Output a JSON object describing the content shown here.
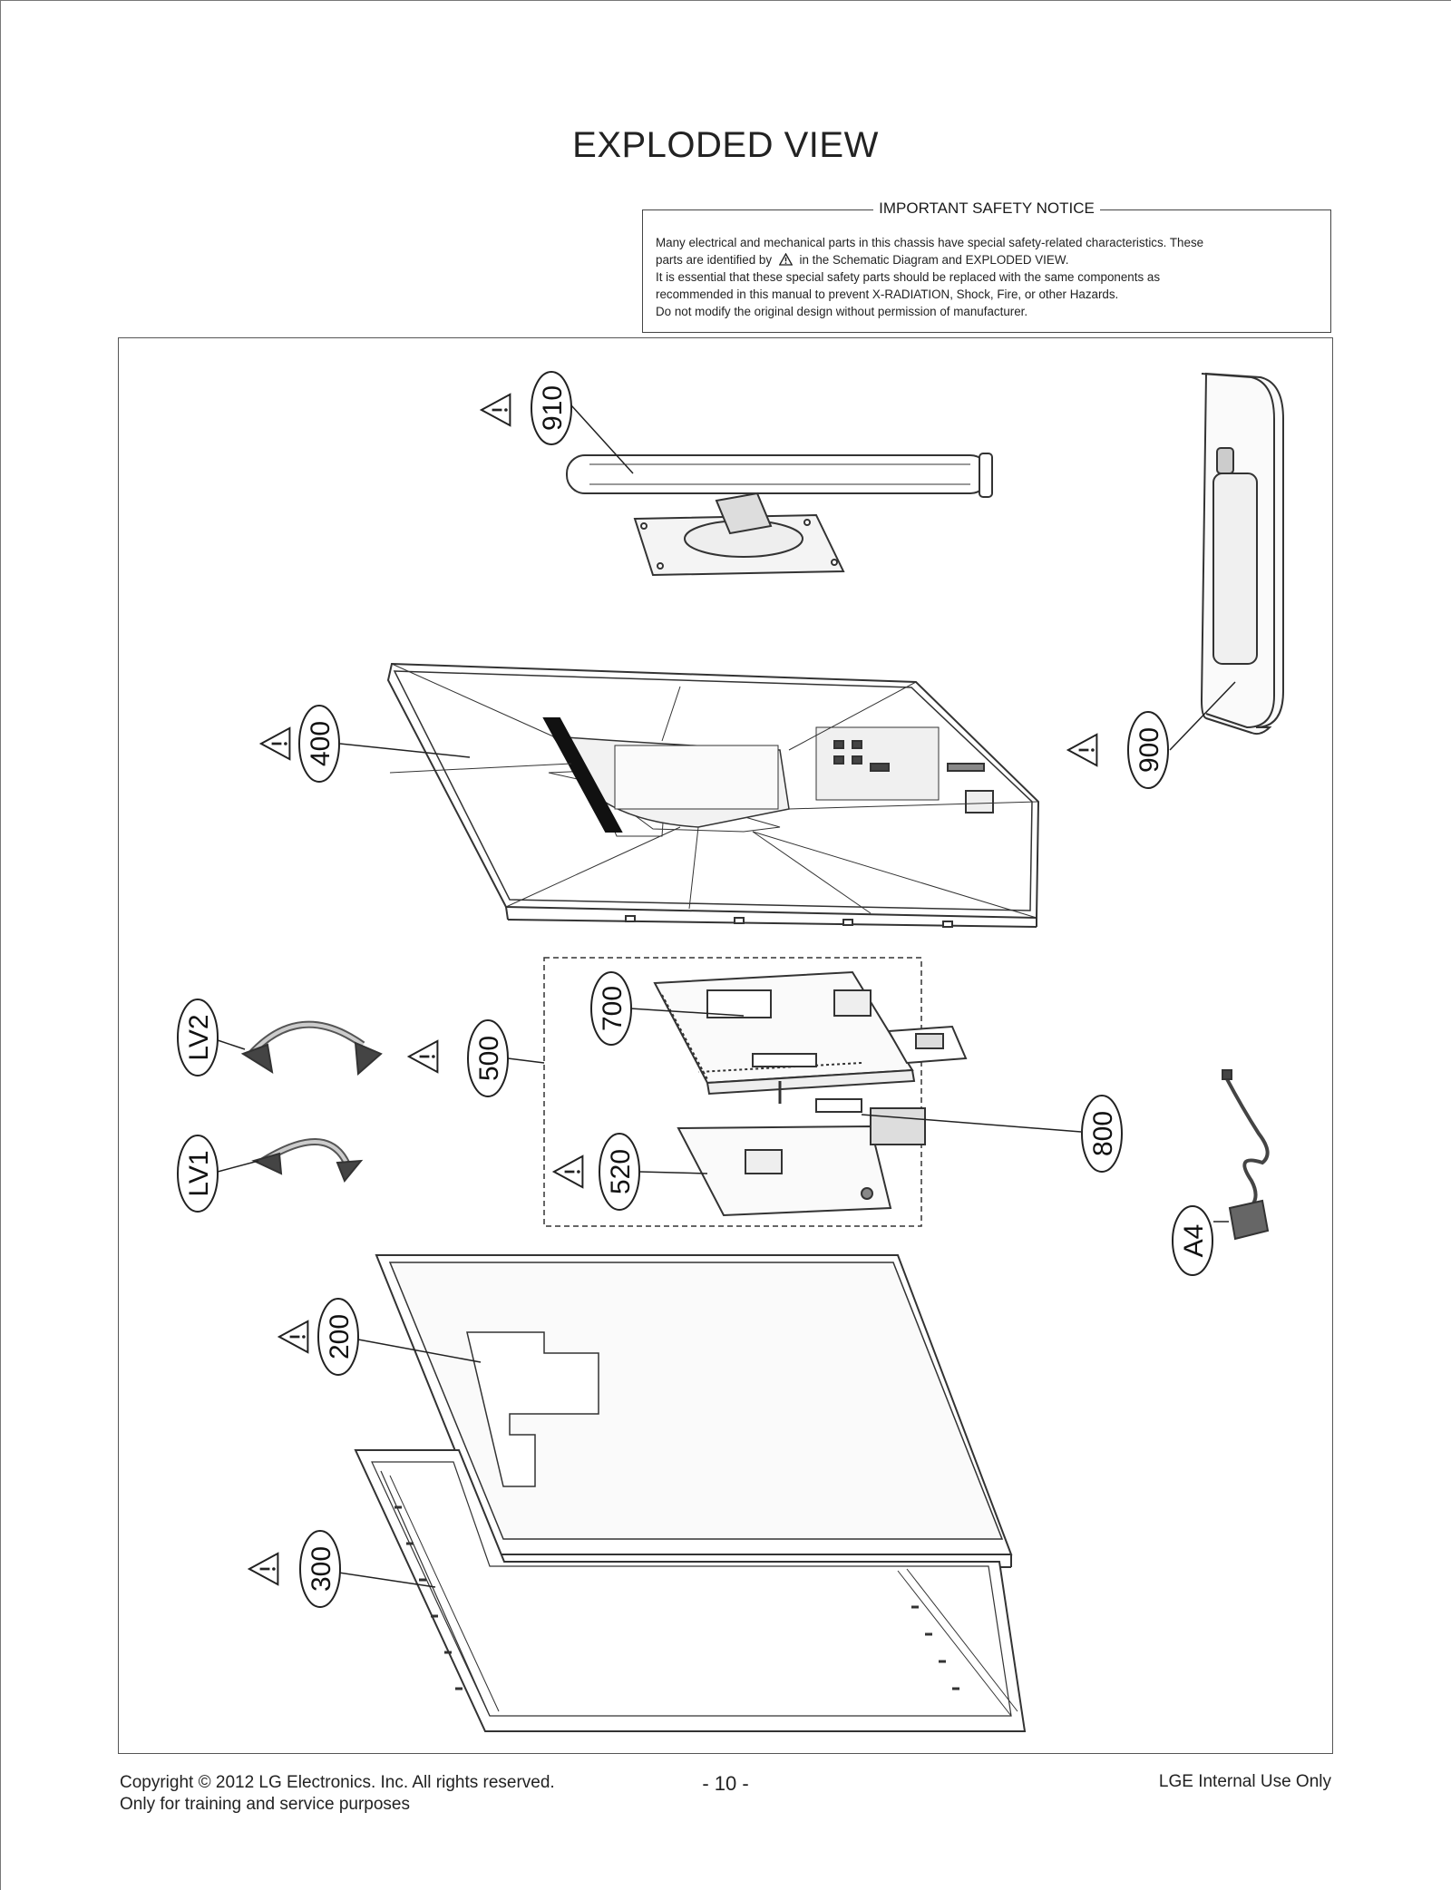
{
  "page": {
    "title": "EXPLODED VIEW"
  },
  "notice": {
    "title": "IMPORTANT SAFETY NOTICE",
    "line1": "Many electrical and mechanical parts in this chassis have special safety-related characteristics. These",
    "line2a": "parts are identified by",
    "line2b": "in the Schematic Diagram and EXPLODED VIEW.",
    "line3": "It is essential that these special safety parts should be replaced with the same components as",
    "line4": "recommended in this manual to prevent X-RADIATION, Shock, Fire, or other Hazards.",
    "line5": "Do not modify the original design without permission of manufacturer."
  },
  "callouts": {
    "c910": "910",
    "c900": "900",
    "c400": "400",
    "c700": "700",
    "c500": "500",
    "c520": "520",
    "c800": "800",
    "cLV2": "LV2",
    "cLV1": "LV1",
    "cA4": "A4",
    "c200": "200",
    "c300": "300"
  },
  "footer": {
    "copyright": "Copyright © 2012 LG Electronics. Inc. All rights reserved.",
    "purpose": "Only for training and service purposes",
    "page_number": "- 10 -",
    "internal": "LGE Internal Use Only"
  },
  "icons": {
    "safety_symbol": "warning-triangle-icon"
  }
}
